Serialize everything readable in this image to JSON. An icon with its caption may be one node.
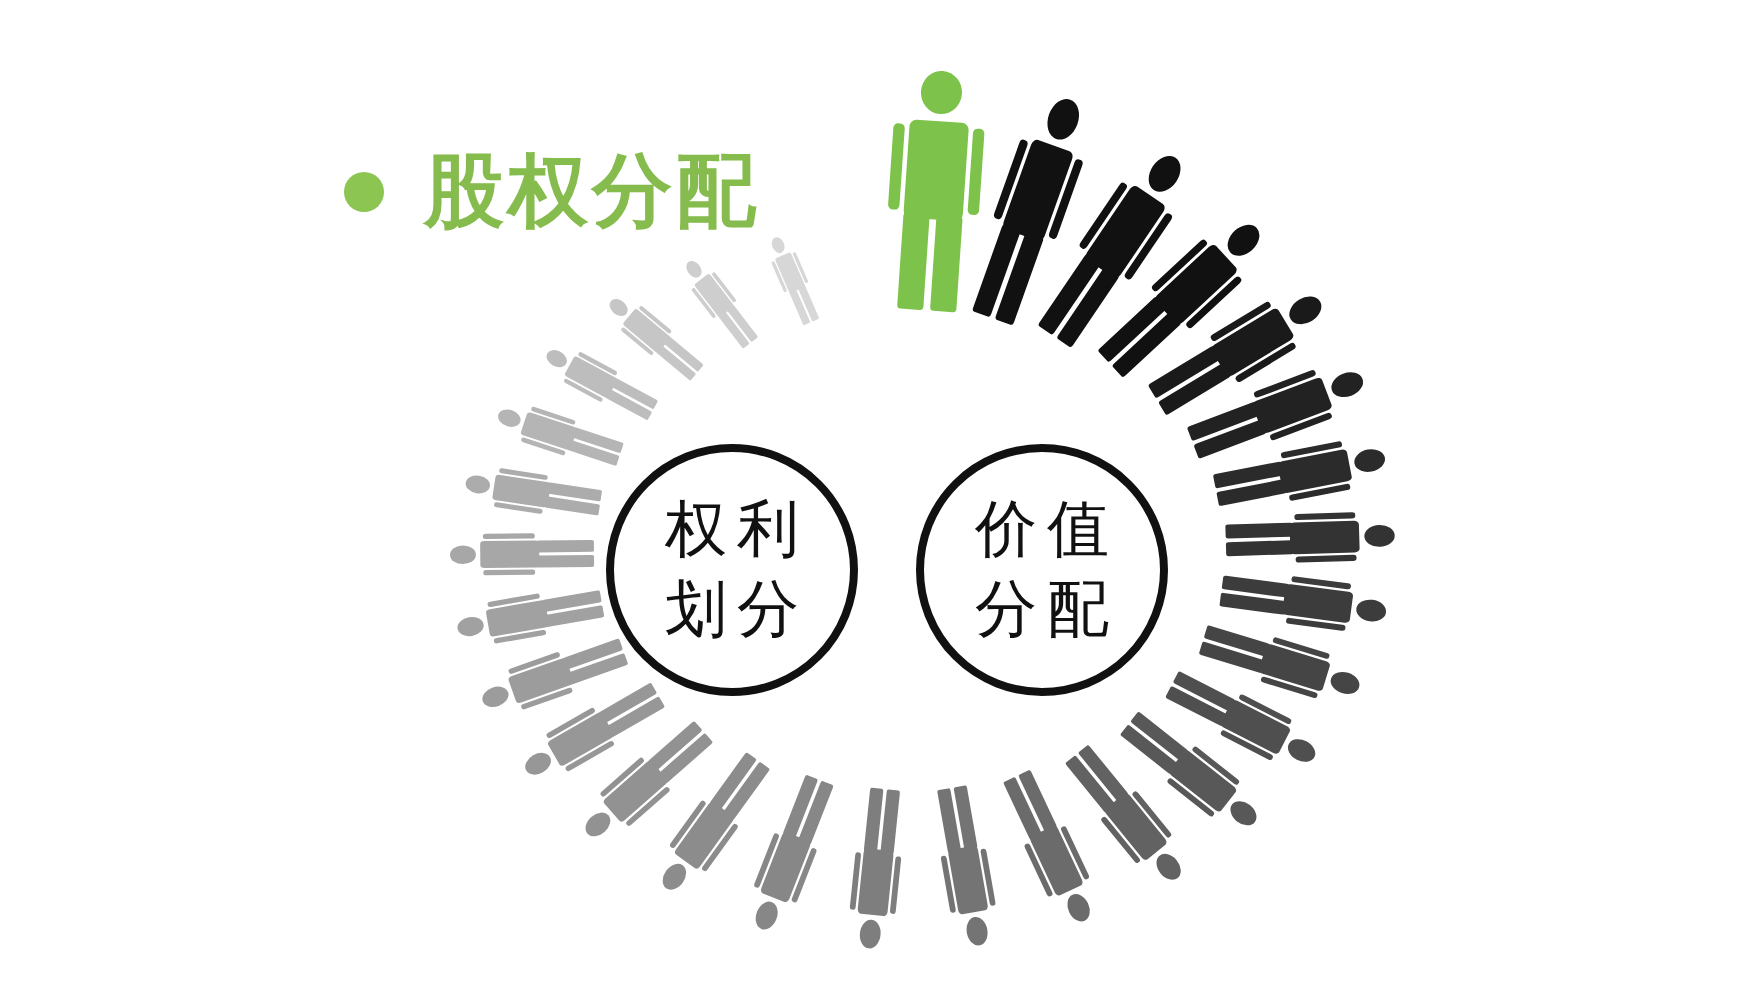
{
  "diagram": {
    "title": "股权分配",
    "nodes": [
      {
        "text": [
          "权利划分"
        ]
      },
      {
        "text": [
          "价值分配"
        ]
      }
    ]
  }
}
